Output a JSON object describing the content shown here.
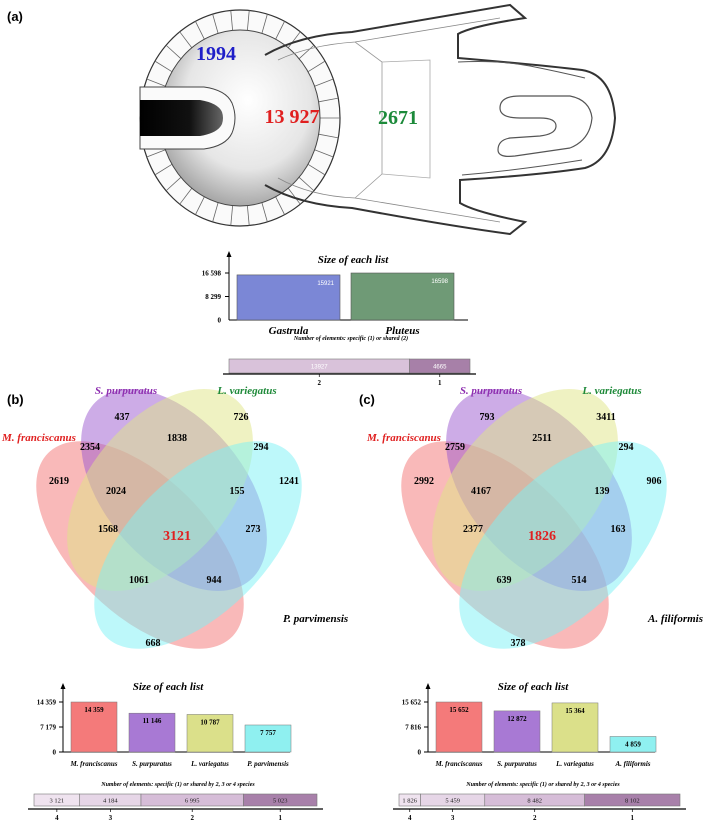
{
  "panel_a": {
    "label": "(a)",
    "gastrula_count": "1994",
    "shared_count": "13 927",
    "pluteus_count": "2671",
    "chart_title": "Size of each list",
    "yticks": [
      "16 598",
      "8 299",
      "0"
    ],
    "bars": [
      {
        "name": "Gastrula",
        "value": 15921,
        "label": "15921",
        "color": "#7b87d6"
      },
      {
        "name": "Pluteus",
        "value": 16598,
        "label": "16598",
        "color": "#6f9a76"
      }
    ],
    "strip_title": "Number of elements: specific (1) or shared (2)",
    "segments": [
      {
        "label": "13927",
        "value": 13927,
        "axis": "2",
        "color": "#d9c2da",
        "text": "light"
      },
      {
        "label": "4665",
        "value": 4665,
        "axis": "1",
        "color": "#a780a8",
        "text": "light"
      }
    ]
  },
  "panel_b": {
    "label": "(b)",
    "species": {
      "m": "M. franciscanus",
      "s": "S. purpuratus",
      "l": "L. variegatus",
      "p": "P. parvimensis"
    },
    "regions": {
      "m": "2619",
      "s": "437",
      "l": "726",
      "p": "1241",
      "ms": "2354",
      "sl": "1838",
      "lp": "294",
      "mp": "668",
      "msl": "2024",
      "slp": "155",
      "mlp": "1061",
      "msp": "944",
      "ml": "1568",
      "sp": "273",
      "all": "3121"
    },
    "chart_title": "Size of each list",
    "yticks": [
      "14 359",
      "7 179",
      "0"
    ],
    "ymax": 14359,
    "bars": [
      {
        "name": "M. franciscanus",
        "value": 14359,
        "label": "14 359",
        "color": "#f47a7a"
      },
      {
        "name": "S. purpuratus",
        "value": 11146,
        "label": "11 146",
        "color": "#a879d4"
      },
      {
        "name": "L. variegatus",
        "value": 10787,
        "label": "10 787",
        "color": "#dbe08a"
      },
      {
        "name": "P. parvimensis",
        "value": 7757,
        "label": "7 757",
        "color": "#8ff0f0"
      }
    ],
    "strip_title": "Number of elements: specific (1) or shared by 2, 3 or 4 species",
    "segments": [
      {
        "label": "3 121",
        "value": 3121,
        "axis": "4",
        "color": "#efe3ef"
      },
      {
        "label": "4 184",
        "value": 4184,
        "axis": "3",
        "color": "#e6d6e7"
      },
      {
        "label": "6 995",
        "value": 6995,
        "axis": "2",
        "color": "#d6bdd8"
      },
      {
        "label": "5 023",
        "value": 5023,
        "axis": "1",
        "color": "#a880aa"
      }
    ]
  },
  "panel_c": {
    "label": "(c)",
    "species": {
      "m": "M. franciscanus",
      "s": "S. purpuratus",
      "l": "L. variegatus",
      "p": "A. filiformis"
    },
    "regions": {
      "m": "2992",
      "s": "793",
      "l": "3411",
      "p": "906",
      "ms": "2759",
      "sl": "2511",
      "lp": "294",
      "mp": "378",
      "msl": "4167",
      "slp": "139",
      "mlp": "639",
      "msp": "514",
      "ml": "2377",
      "sp": "163",
      "all": "1826"
    },
    "chart_title": "Size of each list",
    "yticks": [
      "15 652",
      "7 816",
      "0"
    ],
    "ymax": 15652,
    "bars": [
      {
        "name": "M. franciscanus",
        "value": 15652,
        "label": "15 652",
        "color": "#f47a7a"
      },
      {
        "name": "S. purpuratus",
        "value": 12872,
        "label": "12 872",
        "color": "#a879d4"
      },
      {
        "name": "L. variegatus",
        "value": 15364,
        "label": "15 364",
        "color": "#dbe08a"
      },
      {
        "name": "A. filiformis",
        "value": 4859,
        "label": "4 859",
        "color": "#8ff0f0"
      }
    ],
    "strip_title": "Number of elements: specific (1) or shared by 2, 3 or 4 species",
    "segments": [
      {
        "label": "1 826",
        "value": 1826,
        "axis": "4",
        "color": "#efe3ef"
      },
      {
        "label": "5 459",
        "value": 5459,
        "axis": "3",
        "color": "#e6d6e7"
      },
      {
        "label": "8 482",
        "value": 8482,
        "axis": "2",
        "color": "#d6bdd8"
      },
      {
        "label": "8 102",
        "value": 8102,
        "axis": "1",
        "color": "#a880aa"
      }
    ]
  },
  "colors": {
    "m": "#f47474",
    "s": "#9b59d0",
    "l": "#dfe585",
    "p": "#7bf2f6",
    "gastrula_text": "#1e1ec8",
    "shared_text": "#e01f1f",
    "pluteus_text": "#1c8a3a",
    "m_label": "#e02020",
    "s_label": "#8e2fb0",
    "l_label": "#1f8a3a",
    "center_label": "#e02020"
  }
}
